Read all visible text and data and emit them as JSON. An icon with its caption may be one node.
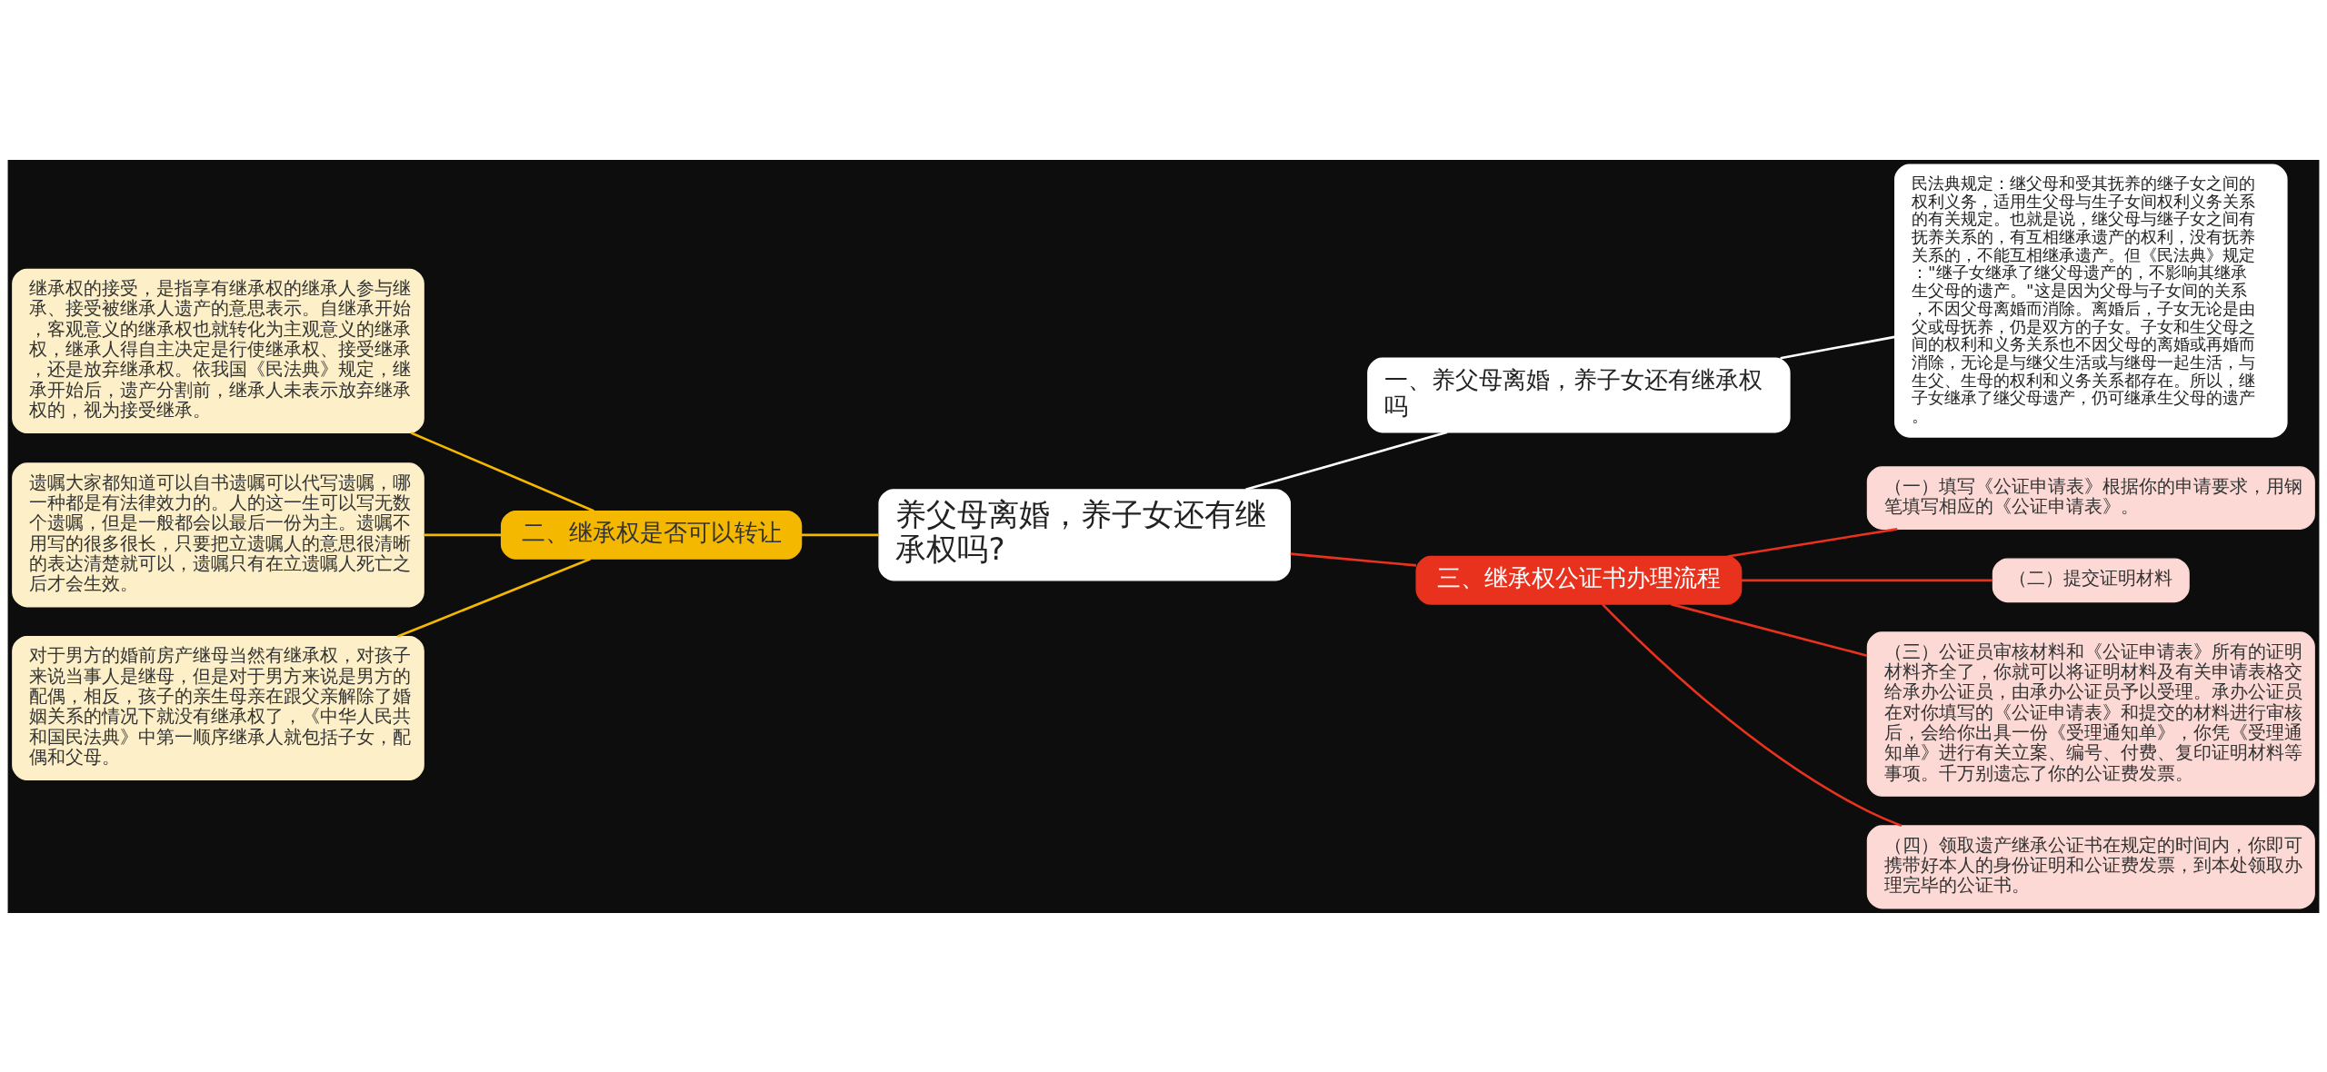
{
  "diagram": {
    "nodes": [
      {
        "text": [
          "养父母离婚，养子女还有继承权吗?"
        ]
      },
      {
        "text": [
          "一、养父母离婚，养子女还有继承权吗"
        ]
      },
      {
        "text": [
          "民法典规定：继父母和受其抚养的继子女之间的权利义务，适用生父母与生子女间权利义务关系的有关规定。也就是说，继父母与继子女之间有抚养关系的，有互相继承遗产的权利，没有抚养关系的，不能互相继承遗产。但《民法典》规定：\"继子女继承了继父母遗产的，不影响其继承生父母的遗产。\"这是因为父母与子女间的关系，不因父母离婚而消除。离婚后，子女无论是由父或母抚养，仍是双方的子女。子女和生父母之间的权利和义务关系也不因父母的离婚或再婚而消除，无论是与继父生活或与继母一起生活，与生父、生母的权利和义务关系都存在。所以，继子女继承了继父母遗产，仍可继承生父母的遗产。"
        ]
      },
      {
        "text": [
          "二、继承权是否可以转让"
        ]
      },
      {
        "text": [
          "继承权的接受，是指享有继承权的继承人参与继承、接受被继承人遗产的意思表示。自继承开始，客观意义的继承权也就转化为主观意义的继承权，继承人得自主决定是行使继承权、接受继承，还是放弃继承权。依我国《民法典》规定，继承开始后，遗产分割前，继承人未表示放弃继承权的，视为接受继承。"
        ]
      },
      {
        "text": [
          "遗嘱大家都知道可以自书遗嘱可以代写遗嘱，哪一种都是有法律效力的。人的这一生可以写无数个遗嘱，但是一般都会以最后一份为主。遗嘱不用写的很多很长，只要把立遗嘱人的意思很清晰的表达清楚就可以，遗嘱只有在立遗嘱人死亡之后才会生效。"
        ]
      },
      {
        "text": [
          "对于男方的婚前房产继母当然有继承权，对孩子来说当事人是继母，但是对于男方来说是男方的配偶，相反，孩子的亲生母亲在跟父亲解除了婚姻关系的情况下就没有继承权了，《中华人民共和国民法典》中第一顺序继承人就包括子女，配偶和父母。"
        ]
      },
      {
        "text": [
          "三、继承权公证书办理流程"
        ]
      },
      {
        "text": [
          "（一）填写《公证申请表》根据你的申请要求，用钢笔填写相应的《公证申请表》。"
        ]
      },
      {
        "text": [
          "（二）提交证明材料"
        ]
      },
      {
        "text": [
          "（三）公证员审核材料和《公证申请表》所有的证明材料齐全了，你就可以将证明材料及有关申请表格交给承办公证员，由承办公证员予以受理。承办公证员在对你填写的《公证申请表》和提交的材料进行审核后，会给你出具一份《受理通知单》，你凭《受理通知单》进行有关立案、编号、付费、复印证明材料等事项。千万别遗忘了你的公证费发票。"
        ]
      },
      {
        "text": [
          "（四）领取遗产继承公证书在规定的时间内，你即可携带好本人的身份证明和公证费发票，到本处领取办理完毕的公证书。"
        ]
      }
    ],
    "edges": [
      {
        "from": 0,
        "to": 1,
        "arrow": "none",
        "color": "#ffffff"
      },
      {
        "from": 1,
        "to": 2,
        "arrow": "none",
        "color": "#ffffff"
      },
      {
        "from": 0,
        "to": 3,
        "arrow": "none",
        "color": "#f5b800"
      },
      {
        "from": 3,
        "to": 4,
        "arrow": "none",
        "color": "#f5b800"
      },
      {
        "from": 3,
        "to": 5,
        "arrow": "none",
        "color": "#f5b800"
      },
      {
        "from": 3,
        "to": 6,
        "arrow": "none",
        "color": "#f5b800"
      },
      {
        "from": 0,
        "to": 7,
        "arrow": "none"
      },
      {
        "from": 7,
        "to": 8,
        "arrow": "none"
      },
      {
        "from": 7,
        "to": 9,
        "arrow": "none"
      },
      {
        "from": 7,
        "to": 10,
        "arrow": "none"
      },
      {
        "from": 7,
        "to": 11,
        "arrow": "none"
      }
    ]
  }
}
